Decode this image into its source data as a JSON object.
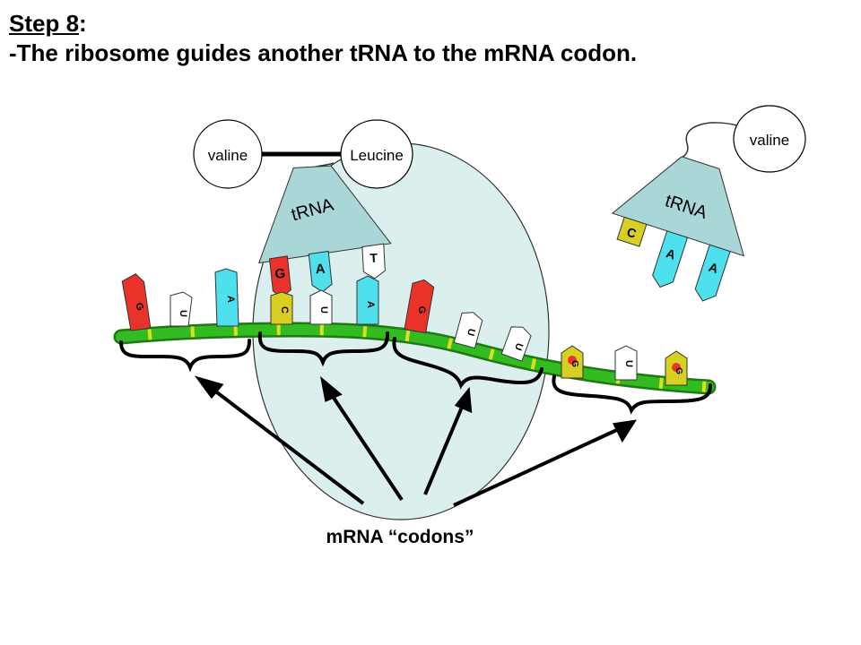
{
  "title": {
    "step_label": "Step 8",
    "step_suffix": ":",
    "description": "-The ribosome guides another tRNA to the mRNA codon."
  },
  "amino_acids": {
    "attached_left": "valine",
    "attached_right": "Leucine",
    "incoming": "valine"
  },
  "trnas": {
    "bound": {
      "label": "tRNA",
      "anticodon": [
        "G",
        "A",
        "T"
      ]
    },
    "incoming": {
      "label": "tRNA",
      "anticodon": [
        "C",
        "A",
        "A"
      ]
    }
  },
  "mrna": {
    "codons": [
      [
        "G",
        "U",
        "A"
      ],
      [
        "C",
        "U",
        "A"
      ],
      [
        "G",
        "U",
        "U"
      ],
      [
        "G",
        "U",
        "G"
      ]
    ]
  },
  "caption": "mRNA “codons”",
  "colors": {
    "ribosome": "#dcefef",
    "trna_body": "#a9d6d6",
    "mrna_strand": "#33bb22",
    "base_G": "#e8322a",
    "base_A": "#4fe0ee",
    "base_C": "#d8d020",
    "base_U": "#ffffff"
  }
}
